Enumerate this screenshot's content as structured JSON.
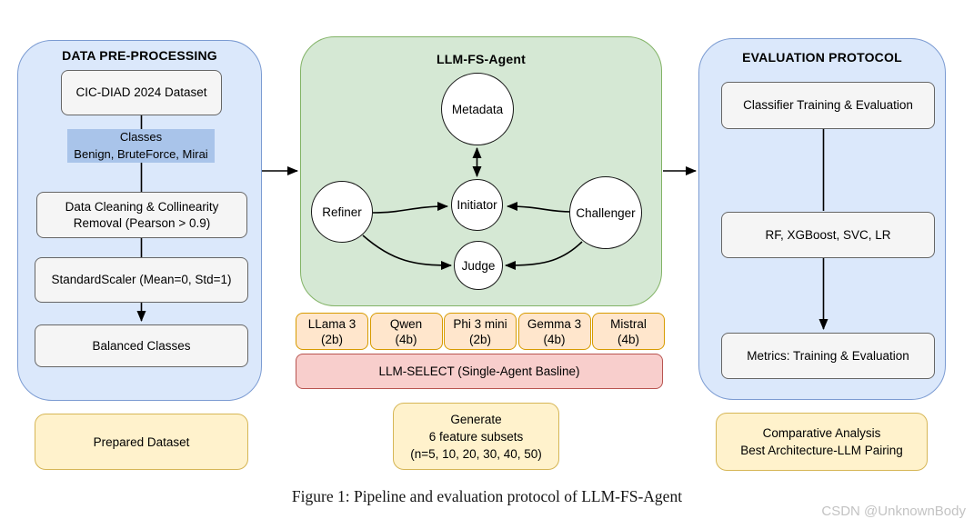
{
  "page": {
    "caption": "Figure 1: Pipeline and evaluation protocol of LLM-FS-Agent",
    "watermark": "CSDN @UnknownBody"
  },
  "colors": {
    "panel_blue_fill": "#dbe8fb",
    "panel_blue_border": "#7b9bd2",
    "panel_green_fill": "#d5e8d4",
    "panel_green_border": "#82b366",
    "box_gray_fill": "#f5f5f5",
    "box_gray_border": "#666666",
    "chip_orange_fill": "#ffe6cc",
    "chip_orange_border": "#d79b00",
    "baseline_pink_fill": "#f8cecc",
    "baseline_pink_border": "#b85450",
    "output_yellow_fill": "#fff2cc",
    "output_yellow_border": "#d6b656",
    "classes_highlight": "#a9c4ea"
  },
  "preprocessing_panel": {
    "title": "DATA PRE-PROCESSING",
    "dataset_box": "CIC-DIAD 2024 Dataset",
    "classes_note": "Classes\nBenign, BruteForce, Mirai",
    "cleaning_box": "Data Cleaning & Collinearity Removal (Pearson > 0.9)",
    "scaler_box": "StandardScaler (Mean=0, Std=1)",
    "balanced_box": "Balanced Classes",
    "output_box": "Prepared Dataset"
  },
  "agent_panel": {
    "title": "LLM-FS-Agent",
    "nodes": {
      "metadata": "Metadata",
      "initiator": "Initiator",
      "refiner": "Refiner",
      "challenger": "Challenger",
      "judge": "Judge"
    },
    "llm_chips": [
      {
        "name": "LLama 3",
        "size": "(2b)"
      },
      {
        "name": "Qwen",
        "size": "(4b)"
      },
      {
        "name": "Phi 3 mini",
        "size": "(2b)"
      },
      {
        "name": "Gemma 3",
        "size": "(4b)"
      },
      {
        "name": "Mistral",
        "size": "(4b)"
      }
    ],
    "baseline_box": "LLM-SELECT (Single-Agent Basline)",
    "output_box": "Generate\n6 feature subsets\n(n=5, 10, 20, 30, 40, 50)"
  },
  "evaluation_panel": {
    "title": "EVALUATION PROTOCOL",
    "training_box": "Classifier Training & Evaluation",
    "models_box": "RF, XGBoost, SVC, LR",
    "metrics_box": "Metrics: Training & Evaluation",
    "output_box": "Comparative Analysis\nBest Architecture-LLM Pairing"
  }
}
